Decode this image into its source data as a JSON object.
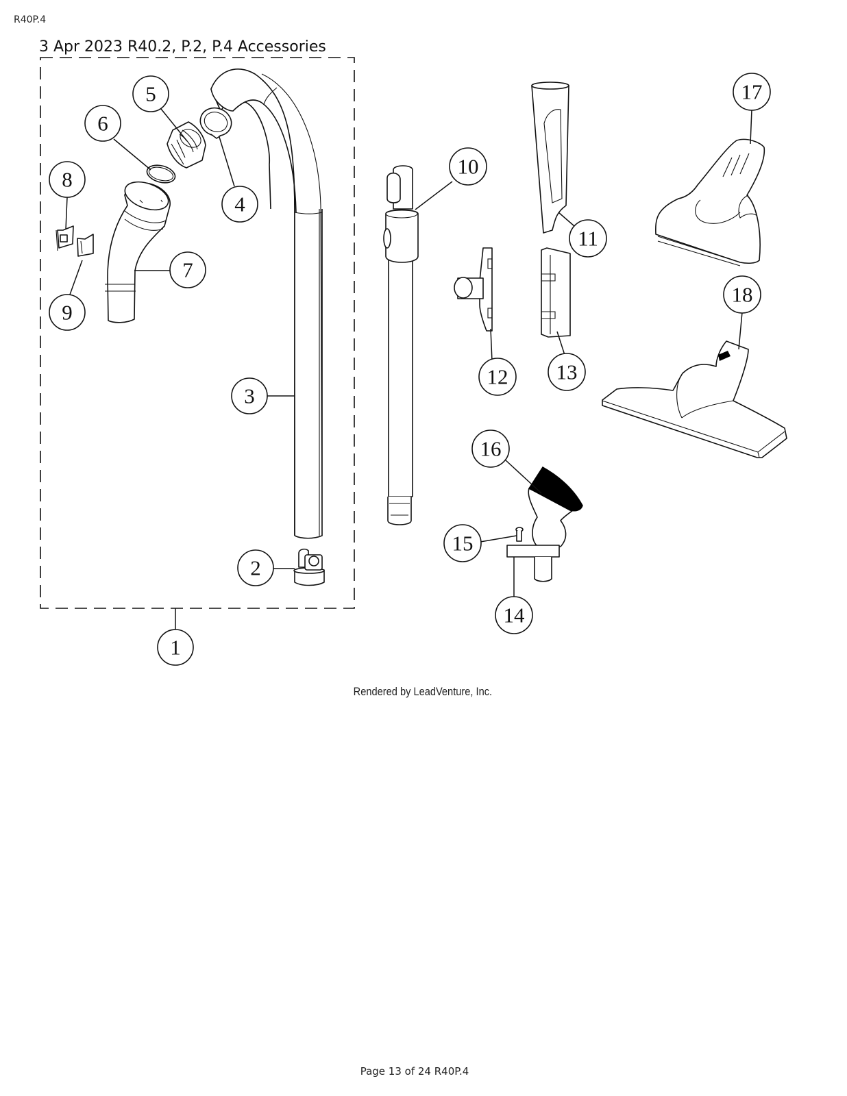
{
  "header": {
    "page_code": "R40P.4",
    "title": "3 Apr 2023 R40.2, P.2, P.4 Accessories"
  },
  "callouts": [
    {
      "number": "1",
      "part": "hose-assembly-group"
    },
    {
      "number": "2",
      "part": "hose-swivel-end"
    },
    {
      "number": "3",
      "part": "flexible-hose"
    },
    {
      "number": "4",
      "part": "hose-ring-connector"
    },
    {
      "number": "5",
      "part": "threaded-cuff"
    },
    {
      "number": "6",
      "part": "o-ring-seal"
    },
    {
      "number": "7",
      "part": "curved-handle-wand"
    },
    {
      "number": "8",
      "part": "clip-latch"
    },
    {
      "number": "9",
      "part": "clip-spring"
    },
    {
      "number": "10",
      "part": "telescopic-wand"
    },
    {
      "number": "11",
      "part": "crevice-tool"
    },
    {
      "number": "12",
      "part": "upholstery-tool"
    },
    {
      "number": "13",
      "part": "tool-clip-holder"
    },
    {
      "number": "14",
      "part": "tool-holder-bracket"
    },
    {
      "number": "15",
      "part": "screw"
    },
    {
      "number": "16",
      "part": "dusting-brush"
    },
    {
      "number": "17",
      "part": "turbo-brush"
    },
    {
      "number": "18",
      "part": "floor-nozzle"
    }
  ],
  "footer": {
    "credit": "Rendered by LeadVenture, Inc.",
    "page_label": "Page 13 of 24 R40P.4"
  }
}
